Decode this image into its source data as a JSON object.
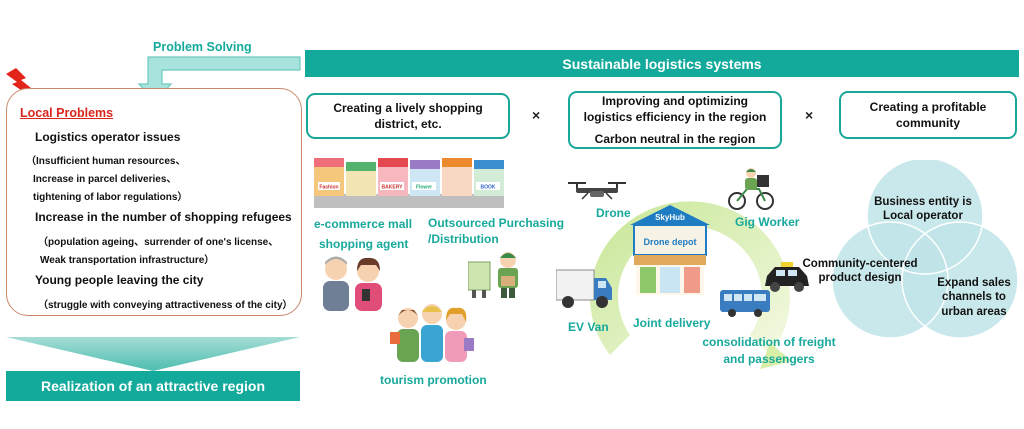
{
  "header": {
    "banner": "Sustainable logistics systems",
    "problem_solving": "Problem Solving"
  },
  "local_problems": {
    "title": "Local Problems",
    "lines": [
      "Logistics operator issues",
      "（Insufficient human resources、",
      "Increase in parcel deliveries、",
      "tightening of labor regulations）",
      "Increase in the number of shopping refugees",
      "（population ageing、surrender of one's license、",
      "Weak transportation infrastructure）",
      "Young people leaving the city",
      "（struggle with conveying attractiveness of the city）"
    ]
  },
  "realization": "Realization of an attractive region",
  "goals": {
    "box1": "Creating a lively shopping district, etc.",
    "box2_line1": "Improving and optimizing logistics efficiency in the region",
    "box2_line2": "Carbon neutral in the region",
    "box3": "Creating a profitable community",
    "times_symbol": "×"
  },
  "shopping": {
    "ecommerce": "e-commerce mall",
    "agent": "shopping agent",
    "outsourced": "Outsourced Purchasing /Distribution",
    "tourism": "tourism promotion",
    "shop_signs": [
      "Fashion",
      "BAKERY",
      "Flower",
      "BOOK"
    ]
  },
  "logistics": {
    "drone": "Drone",
    "gig": "Gig Worker",
    "drone_depot": "Drone depot",
    "skyhub": "SkyHub",
    "ev_van": "EV Van",
    "joint": "Joint delivery",
    "consolidation": "consolidation of freight and passengers"
  },
  "venn": {
    "top": "Business entity is Local operator",
    "center": "Community-centered product design",
    "right": "Expand sales channels to urban areas"
  },
  "colors": {
    "teal": "#13aa9c",
    "red": "#d9261c",
    "venn": "#b9e3e6",
    "panel_border": "#c98a6c"
  },
  "icons": [
    "lightning-icon",
    "shop-street-icon",
    "elderly-couple-icon",
    "delivery-man-icon",
    "tourists-icon",
    "drone-icon",
    "cyclist-icon",
    "depot-icon",
    "truck-icon",
    "taxi-icon",
    "bus-icon"
  ]
}
